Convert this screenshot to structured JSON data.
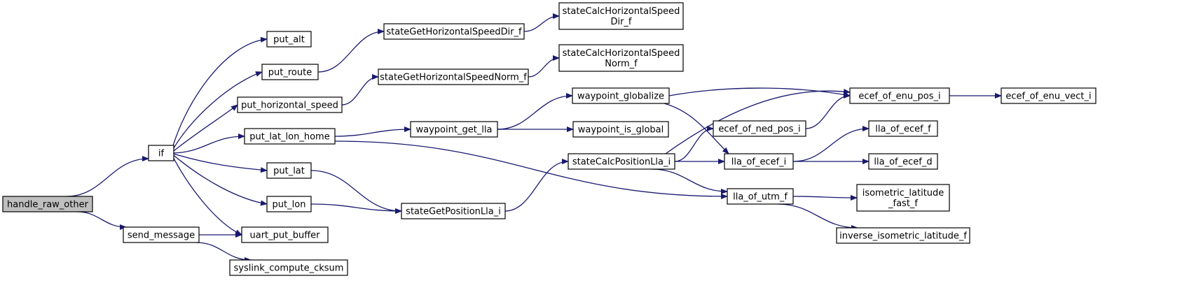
{
  "diagram": {
    "title": "",
    "arrow_color": "#191970",
    "root_fill": "#bfbfbf",
    "nodes": [
      {
        "id": "handle_raw_other",
        "label": "handle_raw_other",
        "root": true
      },
      {
        "id": "if",
        "label": "if"
      },
      {
        "id": "send_message",
        "label": "send_message"
      },
      {
        "id": "put_alt",
        "label": "put_alt"
      },
      {
        "id": "put_route",
        "label": "put_route"
      },
      {
        "id": "put_horizontal_speed",
        "label": "put_horizontal_speed"
      },
      {
        "id": "put_lat_lon_home",
        "label": "put_lat_lon_home"
      },
      {
        "id": "put_lat",
        "label": "put_lat"
      },
      {
        "id": "put_lon",
        "label": "put_lon"
      },
      {
        "id": "uart_put_buffer",
        "label": "uart_put_buffer"
      },
      {
        "id": "syslink_compute_cksum",
        "label": "syslink_compute_cksum"
      },
      {
        "id": "stateGetHorizontalSpeedDir_f",
        "label": "stateGetHorizontalSpeedDir_f"
      },
      {
        "id": "stateGetHorizontalSpeedNorm_f",
        "label": "stateGetHorizontalSpeedNorm_f"
      },
      {
        "id": "waypoint_get_lla",
        "label": "waypoint_get_lla"
      },
      {
        "id": "stateGetPositionLla_i",
        "label": "stateGetPositionLla_i"
      },
      {
        "id": "stateCalcHorizontalSpeedDir_f",
        "label": "stateCalcHorizontalSpeed\nDir_f"
      },
      {
        "id": "stateCalcHorizontalSpeedNorm_f",
        "label": "stateCalcHorizontalSpeed\nNorm_f"
      },
      {
        "id": "waypoint_globalize",
        "label": "waypoint_globalize"
      },
      {
        "id": "waypoint_is_global",
        "label": "waypoint_is_global"
      },
      {
        "id": "stateCalcPositionLla_i",
        "label": "stateCalcPositionLla_i"
      },
      {
        "id": "ecef_of_enu_pos_i",
        "label": "ecef_of_enu_pos_i"
      },
      {
        "id": "ecef_of_ned_pos_i",
        "label": "ecef_of_ned_pos_i"
      },
      {
        "id": "lla_of_ecef_i",
        "label": "lla_of_ecef_i"
      },
      {
        "id": "lla_of_utm_f",
        "label": "lla_of_utm_f"
      },
      {
        "id": "ecef_of_enu_vect_i",
        "label": "ecef_of_enu_vect_i"
      },
      {
        "id": "lla_of_ecef_f",
        "label": "lla_of_ecef_f"
      },
      {
        "id": "lla_of_ecef_d",
        "label": "lla_of_ecef_d"
      },
      {
        "id": "isometric_latitude_fast_f",
        "label": "isometric_latitude\n_fast_f"
      },
      {
        "id": "inverse_isometric_latitude_f",
        "label": "inverse_isometric_latitude_f"
      }
    ],
    "edges": [
      {
        "from": "handle_raw_other",
        "to": "if"
      },
      {
        "from": "handle_raw_other",
        "to": "send_message"
      },
      {
        "from": "if",
        "to": "put_alt"
      },
      {
        "from": "if",
        "to": "put_route"
      },
      {
        "from": "if",
        "to": "put_horizontal_speed"
      },
      {
        "from": "if",
        "to": "put_lat_lon_home"
      },
      {
        "from": "if",
        "to": "put_lat"
      },
      {
        "from": "if",
        "to": "put_lon"
      },
      {
        "from": "if",
        "to": "uart_put_buffer"
      },
      {
        "from": "send_message",
        "to": "uart_put_buffer"
      },
      {
        "from": "send_message",
        "to": "syslink_compute_cksum"
      },
      {
        "from": "put_route",
        "to": "stateGetHorizontalSpeedDir_f"
      },
      {
        "from": "put_horizontal_speed",
        "to": "stateGetHorizontalSpeedNorm_f"
      },
      {
        "from": "put_lat_lon_home",
        "to": "waypoint_get_lla"
      },
      {
        "from": "put_lat_lon_home",
        "to": "lla_of_utm_f"
      },
      {
        "from": "put_lat",
        "to": "stateGetPositionLla_i"
      },
      {
        "from": "put_lon",
        "to": "stateGetPositionLla_i"
      },
      {
        "from": "stateGetHorizontalSpeedDir_f",
        "to": "stateCalcHorizontalSpeedDir_f"
      },
      {
        "from": "stateGetHorizontalSpeedNorm_f",
        "to": "stateCalcHorizontalSpeedNorm_f"
      },
      {
        "from": "waypoint_get_lla",
        "to": "waypoint_globalize"
      },
      {
        "from": "waypoint_get_lla",
        "to": "waypoint_is_global"
      },
      {
        "from": "stateGetPositionLla_i",
        "to": "stateCalcPositionLla_i"
      },
      {
        "from": "waypoint_globalize",
        "to": "ecef_of_enu_pos_i"
      },
      {
        "from": "waypoint_globalize",
        "to": "lla_of_ecef_i"
      },
      {
        "from": "stateCalcPositionLla_i",
        "to": "ecef_of_enu_pos_i"
      },
      {
        "from": "stateCalcPositionLla_i",
        "to": "ecef_of_ned_pos_i"
      },
      {
        "from": "stateCalcPositionLla_i",
        "to": "lla_of_ecef_i"
      },
      {
        "from": "stateCalcPositionLla_i",
        "to": "lla_of_utm_f"
      },
      {
        "from": "ecef_of_ned_pos_i",
        "to": "ecef_of_enu_pos_i"
      },
      {
        "from": "ecef_of_enu_pos_i",
        "to": "ecef_of_enu_vect_i"
      },
      {
        "from": "lla_of_ecef_i",
        "to": "lla_of_ecef_f"
      },
      {
        "from": "lla_of_ecef_i",
        "to": "lla_of_ecef_d"
      },
      {
        "from": "lla_of_utm_f",
        "to": "isometric_latitude_fast_f"
      },
      {
        "from": "lla_of_utm_f",
        "to": "inverse_isometric_latitude_f"
      }
    ]
  }
}
